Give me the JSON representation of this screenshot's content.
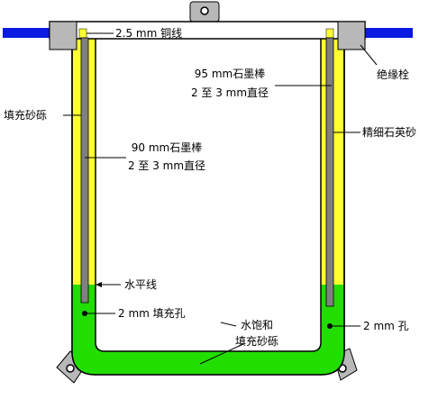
{
  "labels": {
    "copper_wire": "2.5 mm 铜线",
    "insulating_plug": "绝缘栓",
    "fill_gravel": "填充砂砾",
    "fine_quartz_sand": "精细石英砂",
    "rod_right_line1": "95 mm石墨棒",
    "rod_right_line2": "2 至  3 mm直径",
    "rod_left_line1": "90 mm石墨棒",
    "rod_left_line2": "2 至  3 mm直径",
    "water_level": "水平线",
    "left_hole": "2 mm 填充孔",
    "saturated_line1": "水饱和",
    "saturated_line2": "填充砂砾",
    "right_hole": "2 mm 孔"
  },
  "colors": {
    "wire": "#0a1ae0",
    "sand": "#ffff33",
    "water": "#22dd00",
    "rod": "#808080",
    "plug": "#b8b8b8"
  }
}
